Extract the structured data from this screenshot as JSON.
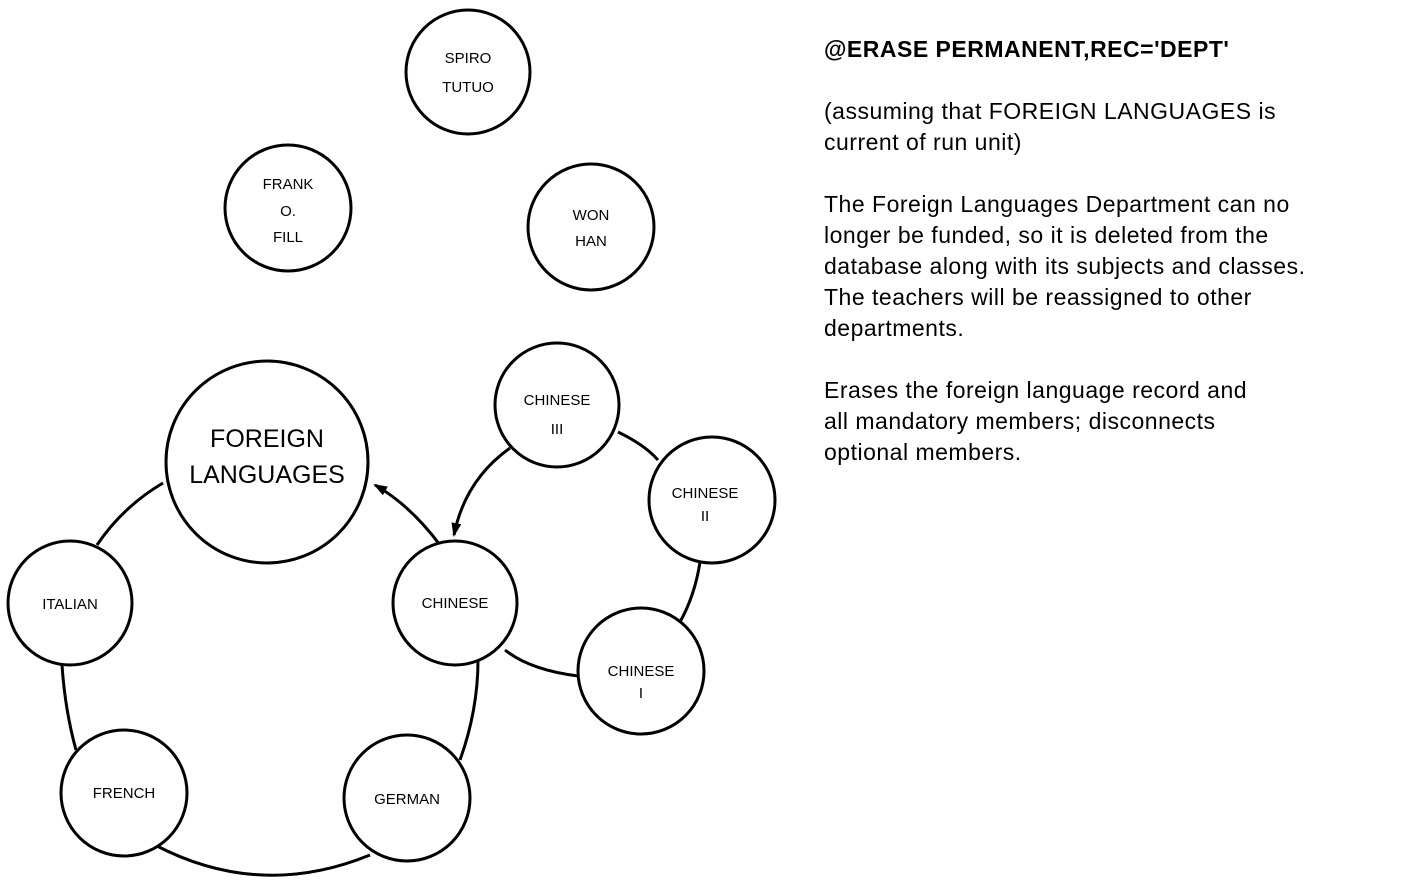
{
  "nodes": {
    "spiro": [
      "SPIRO",
      "TUTUO"
    ],
    "frank": [
      "FRANK",
      "O.",
      "FILL"
    ],
    "won": [
      "WON",
      "HAN"
    ],
    "foreign": [
      "FOREIGN",
      "LANGUAGES"
    ],
    "chinese3": [
      "CHINESE",
      "III"
    ],
    "chinese2": [
      "CHINESE",
      "II"
    ],
    "chinese": [
      "CHINESE"
    ],
    "chinese1": [
      "CHINESE",
      "I"
    ],
    "italian": [
      "ITALIAN"
    ],
    "french": [
      "FRENCH"
    ],
    "german": [
      "GERMAN"
    ]
  },
  "text": {
    "command": "@ERASE PERMANENT,REC='DEPT'",
    "assumption": [
      "(assuming that FOREIGN LANGUAGES is",
      "current of run unit)"
    ],
    "description": [
      "The Foreign Languages Department can no",
      "longer be funded, so it is deleted from the",
      "database along with its subjects and classes.",
      "The teachers will be reassigned to other",
      "departments."
    ],
    "effect": [
      "Erases the foreign language record and",
      "all mandatory members; disconnects",
      "optional members."
    ]
  }
}
